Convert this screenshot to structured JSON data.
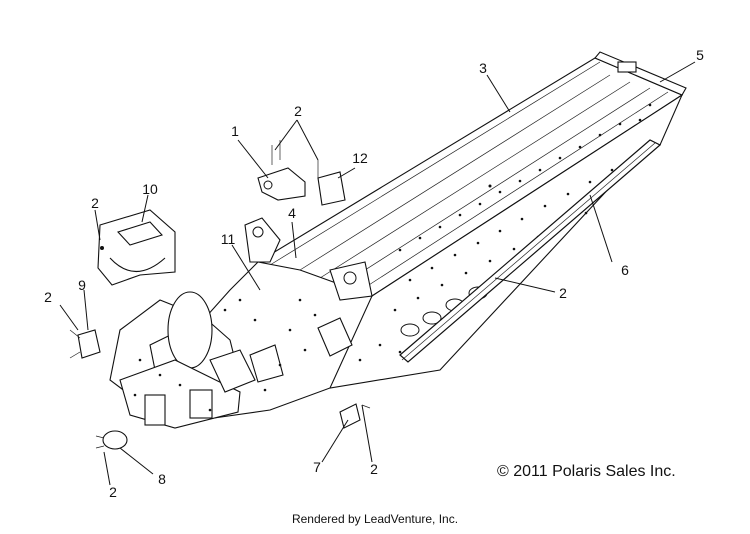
{
  "callouts": [
    {
      "label": "1"
    },
    {
      "label": "2"
    },
    {
      "label": "3"
    },
    {
      "label": "4"
    },
    {
      "label": "5"
    },
    {
      "label": "6"
    },
    {
      "label": "2"
    },
    {
      "label": "7"
    },
    {
      "label": "2"
    },
    {
      "label": "8"
    },
    {
      "label": "2"
    },
    {
      "label": "9"
    },
    {
      "label": "2"
    },
    {
      "label": "10"
    },
    {
      "label": "2"
    },
    {
      "label": "11"
    },
    {
      "label": "12"
    }
  ],
  "copyright": "© 2011 Polaris Sales Inc.",
  "rendered_by": "Rendered by LeadVenture, Inc."
}
